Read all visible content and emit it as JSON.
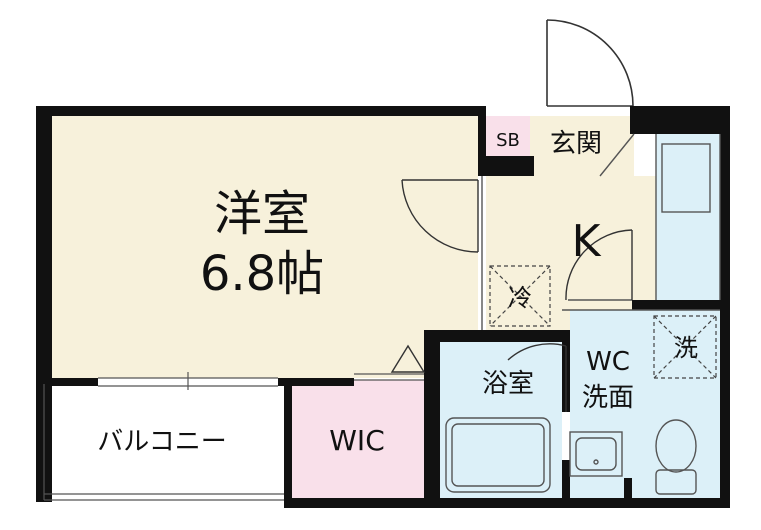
{
  "rooms": {
    "western": {
      "name": "洋室",
      "size": "6.8帖"
    },
    "shoe_box": "SB",
    "entrance": "玄関",
    "kitchen": "K",
    "fridge": "冷",
    "bath": "浴室",
    "wc": "WC",
    "washroom": "洗面",
    "washer": "洗",
    "balcony": "バルコニー",
    "wic": "WIC"
  },
  "colors": {
    "western_room": "#f7f1db",
    "kitchen": "#f7f1db",
    "wet_area": "#dcf0f8",
    "wic": "#f9e0ea",
    "shoe_box": "#f9e0ea",
    "wall": "#111111",
    "balcony": "#ffffff"
  }
}
